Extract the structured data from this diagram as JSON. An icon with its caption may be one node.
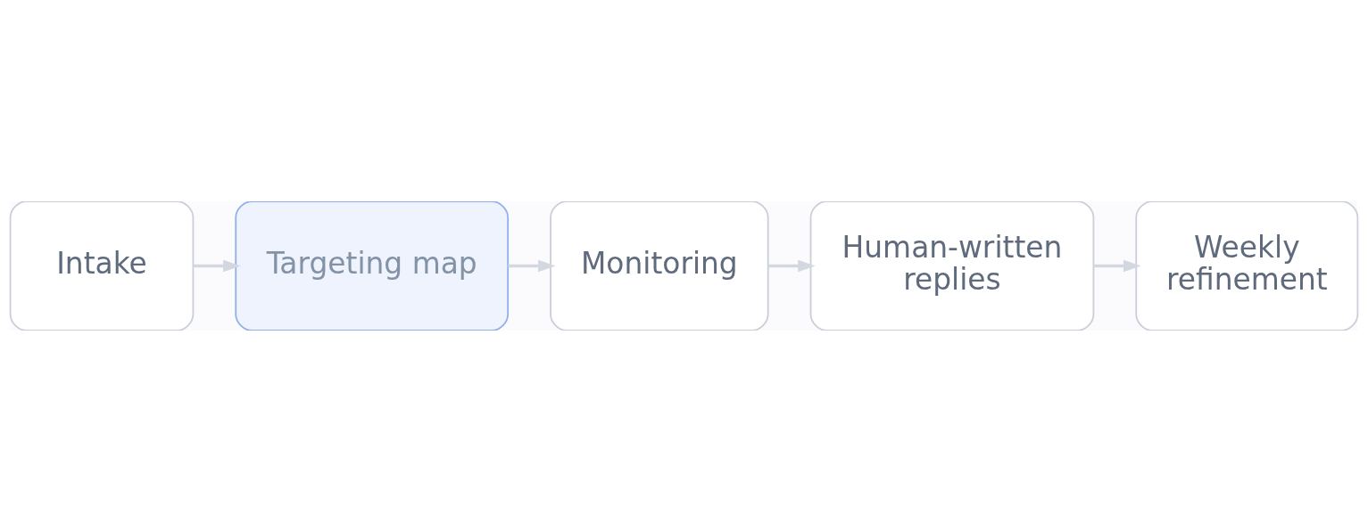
{
  "diagram": {
    "nodes": [
      {
        "text": [
          "Intake"
        ]
      },
      {
        "text": [
          "Targeting map"
        ]
      },
      {
        "text": [
          "Monitoring"
        ]
      },
      {
        "text": [
          "Human-written replies"
        ]
      },
      {
        "text": [
          "Weekly refinement"
        ]
      }
    ],
    "edges": [
      {
        "from": 0,
        "to": 1,
        "arrow": "to"
      },
      {
        "from": 1,
        "to": 2,
        "arrow": "to"
      },
      {
        "from": 2,
        "to": 3,
        "arrow": "to"
      },
      {
        "from": 3,
        "to": 4,
        "arrow": "to"
      }
    ]
  }
}
